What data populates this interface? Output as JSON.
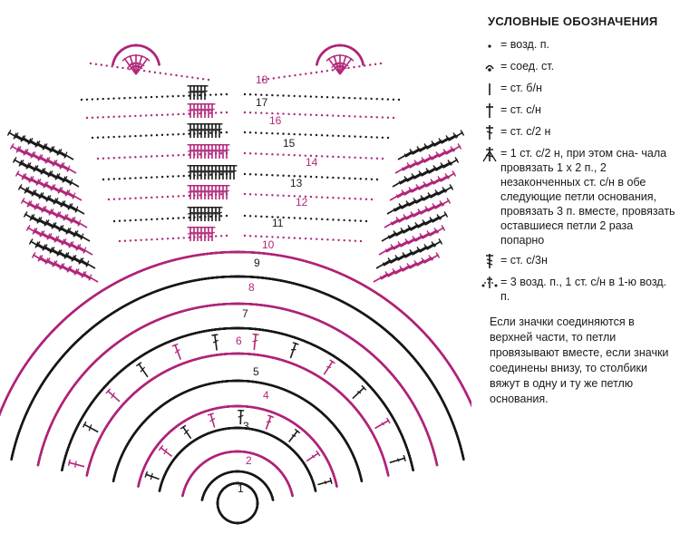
{
  "legend": {
    "title": "УСЛОВНЫЕ ОБОЗНАЧЕНИЯ",
    "items": [
      {
        "icon": "chain-dot-icon",
        "text": "= возд. п."
      },
      {
        "icon": "slip-stitch-icon",
        "text": "= соед. ст."
      },
      {
        "icon": "single-crochet-icon",
        "text": "= ст. б/н"
      },
      {
        "icon": "double-crochet-icon",
        "text": "= ст. с/н"
      },
      {
        "icon": "treble-crochet-icon",
        "text": "= ст. с/2 н"
      },
      {
        "icon": "cluster-icon",
        "text": "= 1 ст. с/2 н, при этом сна- чала провязать 1 х 2 п., 2 незаконченных ст. с/н в обе следующие петли основания, провязать 3 п. вместе, провязать оставшиеся петли 2 раза попарно"
      },
      {
        "icon": "triple-treble-icon",
        "text": "= ст. с/3н"
      },
      {
        "icon": "picot-icon",
        "text": "= 3 возд. п., 1 ст. с/н в 1-ю возд. п."
      }
    ],
    "note": "Если значки соединяются в верхней части, то петли провязывают вместе, если значки соединены внизу, то столбики вяжут в одну и ту же петлю основания."
  },
  "diagram": {
    "colors": {
      "black": "#1a1a1a",
      "magenta": "#b0267a"
    },
    "rows": [
      "1",
      "2",
      "3",
      "4",
      "5",
      "6",
      "7",
      "8",
      "9",
      "10",
      "11",
      "12",
      "13",
      "14",
      "15",
      "16",
      "17",
      "18"
    ]
  }
}
